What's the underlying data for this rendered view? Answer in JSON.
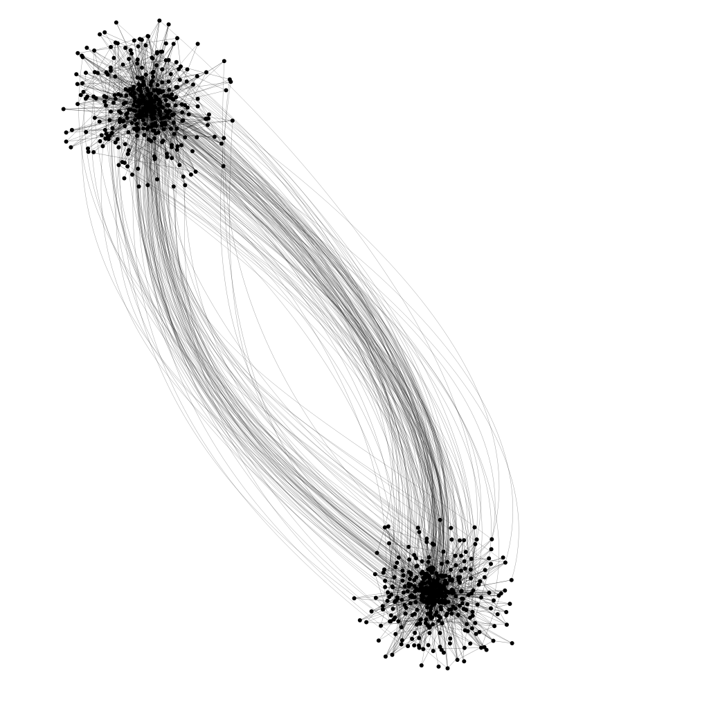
{
  "graph": {
    "description_visible_text": "",
    "clusters": [
      {
        "id": "cluster-a",
        "node_count": 420
      },
      {
        "id": "cluster-b",
        "node_count": 420
      }
    ],
    "inter_cluster_edge_count": 230,
    "node_color": "#000000",
    "edge_color": "#000000",
    "background_color": "#ffffff"
  }
}
